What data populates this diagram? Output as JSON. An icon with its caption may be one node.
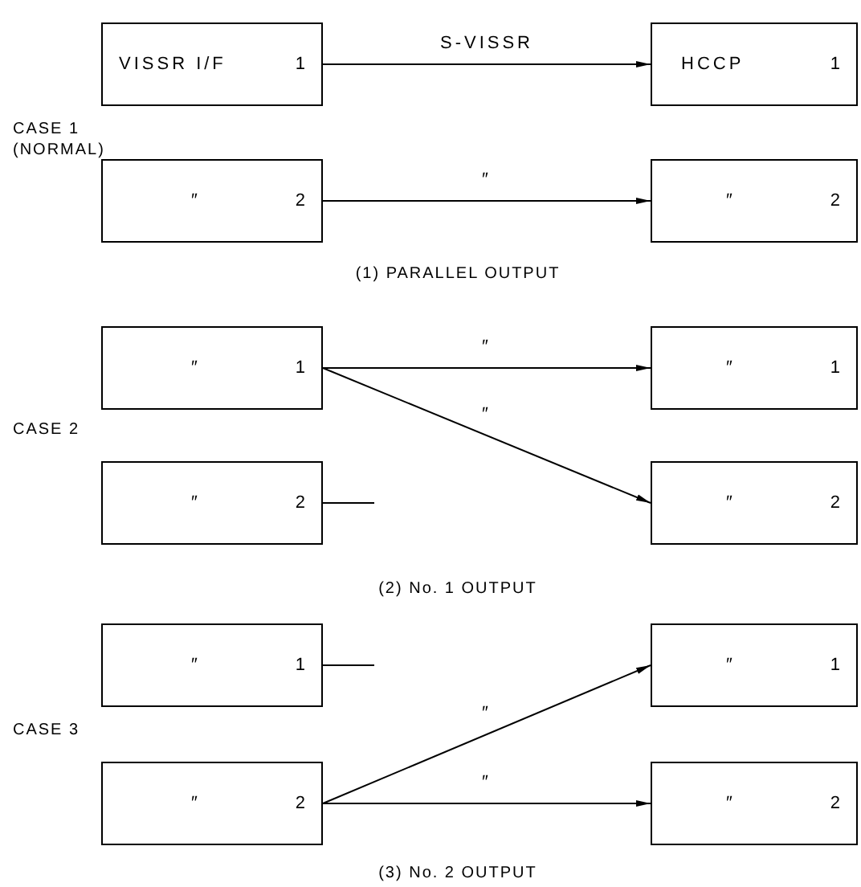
{
  "diagram": {
    "nodes": [
      {
        "text": [
          "VISSR I/F",
          "1"
        ]
      },
      {
        "text": [
          "HCCP",
          "1"
        ]
      },
      {
        "text": [
          "″",
          "2"
        ]
      },
      {
        "text": [
          "″",
          "2"
        ]
      },
      {
        "text": [
          "″",
          "1"
        ]
      },
      {
        "text": [
          "″",
          "1"
        ]
      },
      {
        "text": [
          "″",
          "2"
        ]
      },
      {
        "text": [
          "″",
          "2"
        ]
      },
      {
        "text": [
          "″",
          "1"
        ]
      },
      {
        "text": [
          "″",
          "1"
        ]
      },
      {
        "text": [
          "″",
          "2"
        ]
      },
      {
        "text": [
          "″",
          "2"
        ]
      }
    ],
    "edges": [
      {
        "from": 0,
        "to": 1,
        "arrow": "to",
        "label": "S-VISSR"
      },
      {
        "from": 2,
        "to": 3,
        "arrow": "to",
        "label": "″"
      },
      {
        "from": 4,
        "to": 5,
        "arrow": "to",
        "label": "″"
      },
      {
        "from": 4,
        "to": 7,
        "arrow": "to",
        "label": "″"
      },
      {
        "from": 6,
        "to": null,
        "arrow": "none"
      },
      {
        "from": 8,
        "to": null,
        "arrow": "none"
      },
      {
        "from": 10,
        "to": 9,
        "arrow": "to",
        "label": "″"
      },
      {
        "from": 10,
        "to": 11,
        "arrow": "to",
        "label": "″"
      }
    ],
    "labels": [
      "CASE 1 (NORMAL)",
      "(1) PARALLEL OUTPUT",
      "CASE 2",
      "(2) No. 1 OUTPUT",
      "CASE 3",
      "(3) No. 2 OUTPUT"
    ]
  }
}
